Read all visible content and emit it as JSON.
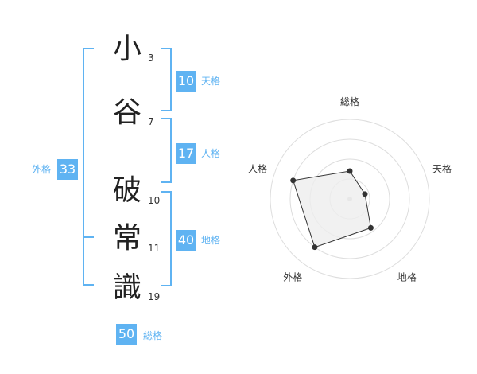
{
  "name_chars": [
    {
      "char": "小",
      "strokes": "3"
    },
    {
      "char": "谷",
      "strokes": "7"
    },
    {
      "char": "破",
      "strokes": "10"
    },
    {
      "char": "常",
      "strokes": "11"
    },
    {
      "char": "識",
      "strokes": "19"
    }
  ],
  "fortune": {
    "tenkaku": {
      "value": "10",
      "label": "天格"
    },
    "jinkaku": {
      "value": "17",
      "label": "人格"
    },
    "chikaku": {
      "value": "40",
      "label": "地格"
    },
    "gaikaku": {
      "value": "33",
      "label": "外格"
    },
    "soukaku": {
      "value": "50",
      "label": "総格"
    }
  },
  "chart_data": {
    "type": "radar",
    "axes": [
      "総格",
      "天格",
      "地格",
      "外格",
      "人格"
    ],
    "values": [
      0.35,
      0.2,
      0.45,
      0.75,
      0.75
    ],
    "rings": 4,
    "fill_color": "#eeeeee",
    "line_color": "#333333",
    "grid_color": "#dddddd"
  },
  "colors": {
    "accent": "#5fb3f2"
  }
}
